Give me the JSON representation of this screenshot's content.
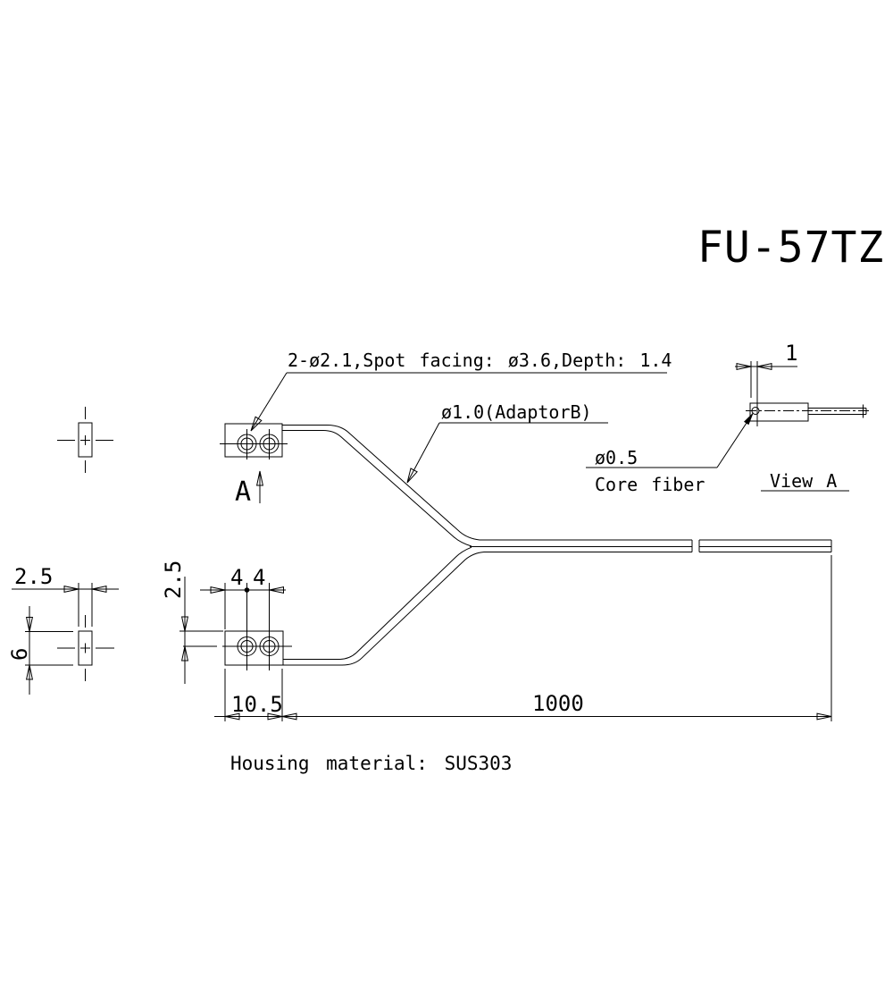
{
  "drawing": {
    "title": "FU-57TZ",
    "material_note": "Housing material: SUS303",
    "colors": {
      "line": "#000000",
      "background": "#ffffff"
    },
    "annotations": {
      "holes_note": "2-ø2.1,Spot facing: ø3.6,Depth: 1.4",
      "adaptor_note": "ø1.0(AdaptorB)",
      "core_diameter": "ø0.5",
      "core_label": "Core fiber",
      "view_label": "View A",
      "section_arrow_label": "A"
    },
    "dimensions": {
      "fiber_protrusion": "1",
      "hole_pitch_a": "4",
      "hole_pitch_b": "4",
      "hole_offset_from_top": "2.5",
      "end_view_width": "2.5",
      "end_view_height": "6",
      "housing_length": "10.5",
      "fiber_length": "1000"
    }
  }
}
